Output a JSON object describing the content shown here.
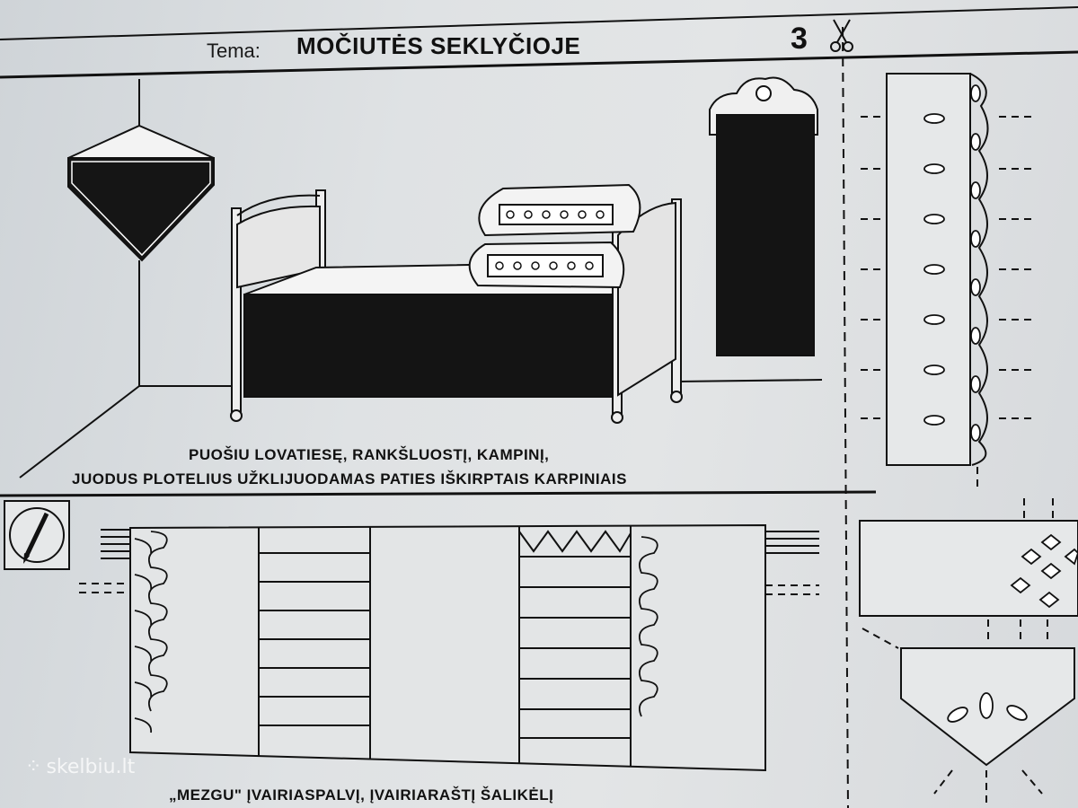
{
  "header": {
    "topic_label": "Tema:",
    "topic_title": "MOČIUTĖS SEKLYČIOJE",
    "page_number": "3"
  },
  "captions": {
    "decorate_line1": "PUOŠIU LOVATIESĘ, RANKŠLUOSTĮ, KAMPINĮ,",
    "decorate_line2": "JUODUS PLOTELIUS UŽKLIJUODAMAS PATIES IŠKIRPTAIS KARPINIAIS",
    "knit": "„MEZGU\" ĮVAIRIASPALVĮ, ĮVAIRIARAŠTĮ ŠALIKĖLĮ"
  },
  "watermark": {
    "text": "skelbiu.lt"
  },
  "icons": [
    "scissors-icon",
    "pencil-icon"
  ]
}
